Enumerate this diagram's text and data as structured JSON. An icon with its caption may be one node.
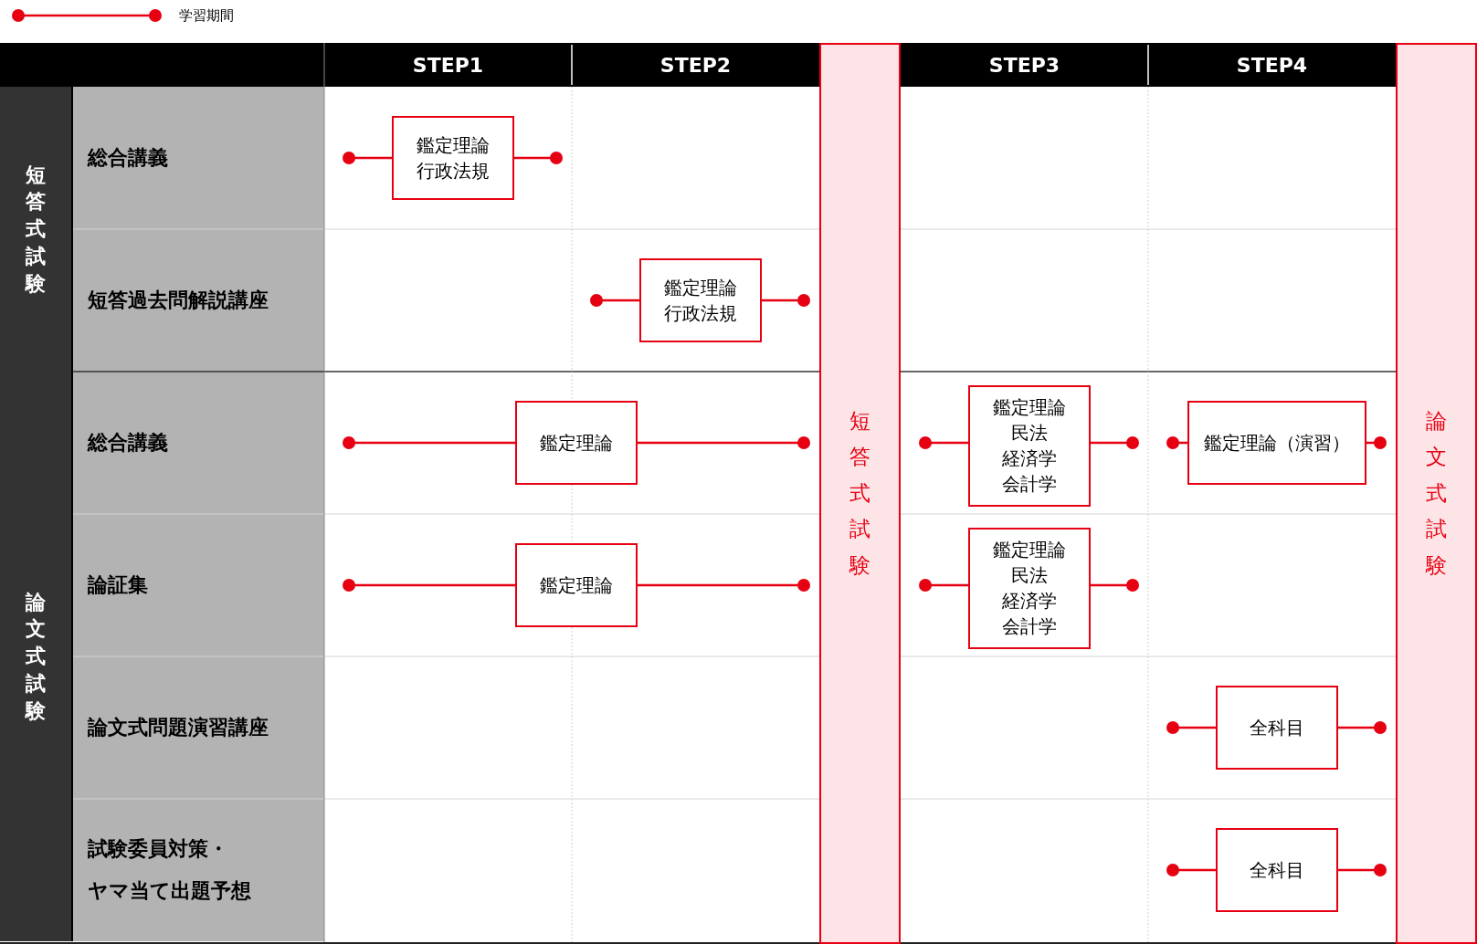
{
  "diagram": {
    "nodes": [
      {
        "text": [
          "短答式試験"
        ]
      },
      {
        "text": [
          "論文式試験"
        ]
      },
      {
        "text": [
          "鑑定理論",
          "行政法規"
        ]
      },
      {
        "text": [
          "鑑定理論",
          "行政法規"
        ]
      },
      {
        "text": [
          "鑑定理論"
        ]
      },
      {
        "text": [
          "鑑定理論",
          "民法",
          "経済学",
          "会計学"
        ]
      },
      {
        "text": [
          "鑑定理論（演習）"
        ]
      },
      {
        "text": [
          "鑑定理論"
        ]
      },
      {
        "text": [
          "鑑定理論",
          "民法",
          "経済学",
          "会計学"
        ]
      },
      {
        "text": [
          "全科目"
        ]
      },
      {
        "text": [
          "全科目"
        ]
      }
    ],
    "labels": [
      "STEP1",
      "STEP2",
      "STEP3",
      "STEP4",
      "短答式試験",
      "総合講義",
      "短答過去問解説講座",
      "論文式試験",
      "総合講義",
      "論証集",
      "論文式問題演習講座",
      "試験委員対策・ヤマ当て出題予想"
    ],
    "legend": [
      {
        "text": "学習期間"
      }
    ]
  }
}
